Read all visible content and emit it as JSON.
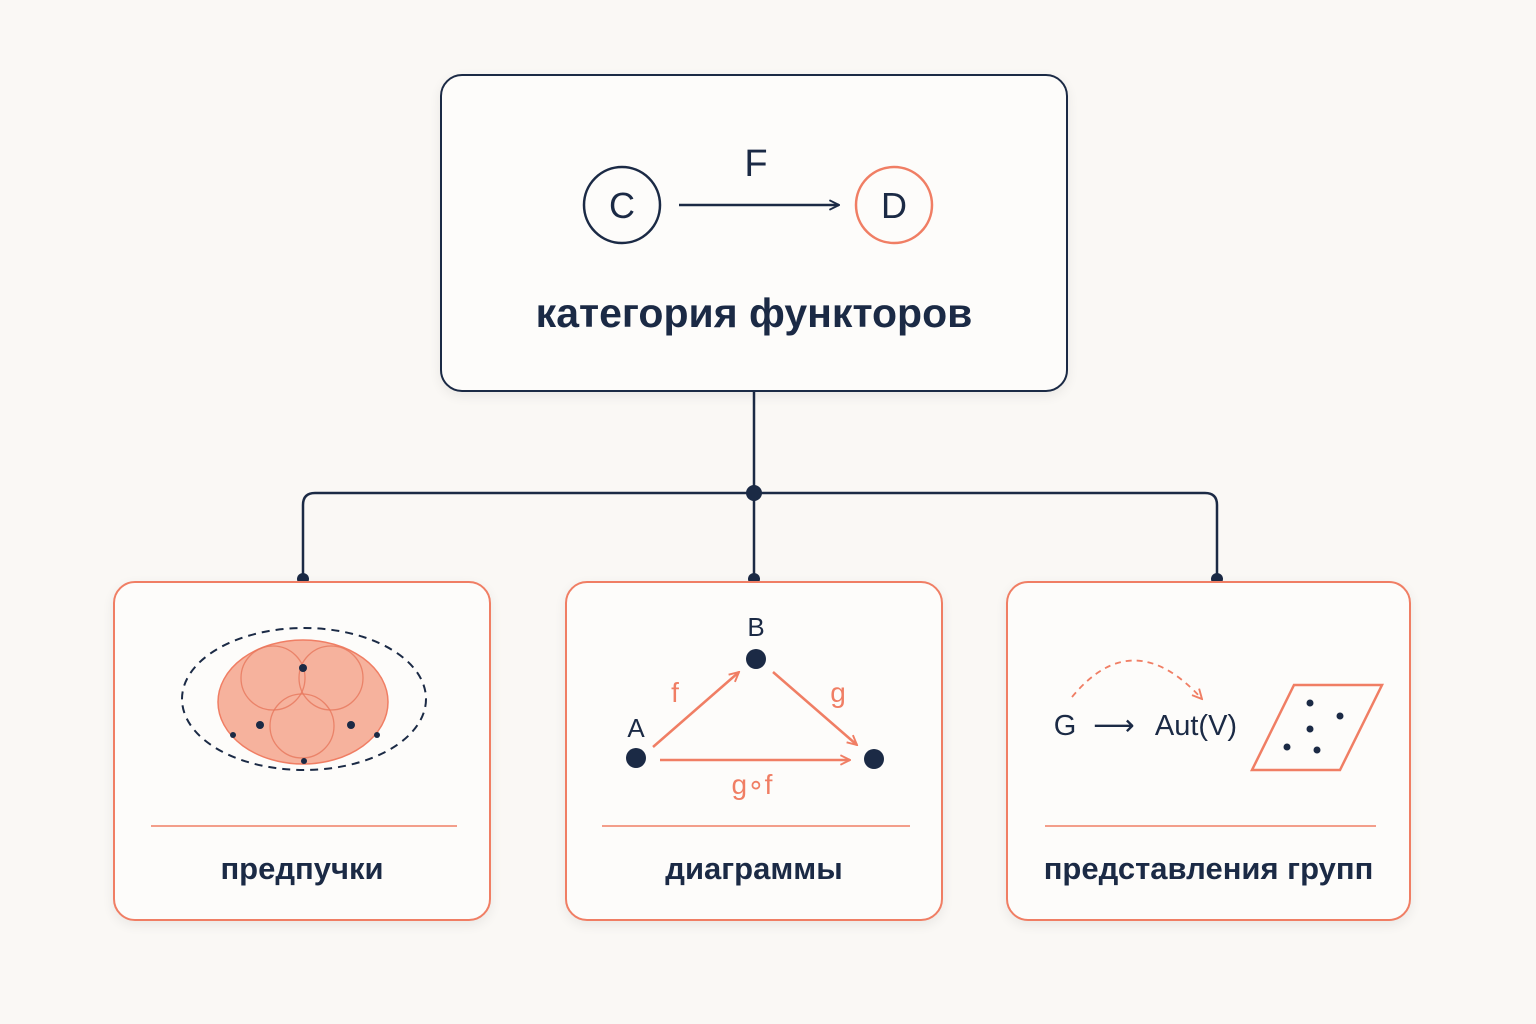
{
  "colors": {
    "navy": "#1b2a45",
    "coral": "#f07e64",
    "coral_fill": "#f5a48c",
    "background": "#faf8f5"
  },
  "root": {
    "title": "категория функторов",
    "functor_label": "F",
    "source_label": "C",
    "target_label": "D"
  },
  "children": [
    {
      "title": "предпучки"
    },
    {
      "title": "диаграммы",
      "node_a": "A",
      "node_b": "B",
      "arrow_f": "f",
      "arrow_g": "g",
      "arrow_composite": "g∘f"
    },
    {
      "title": "представления групп",
      "group_label": "G",
      "arrow": "⟶",
      "aut_label": "Aut(V)"
    }
  ]
}
